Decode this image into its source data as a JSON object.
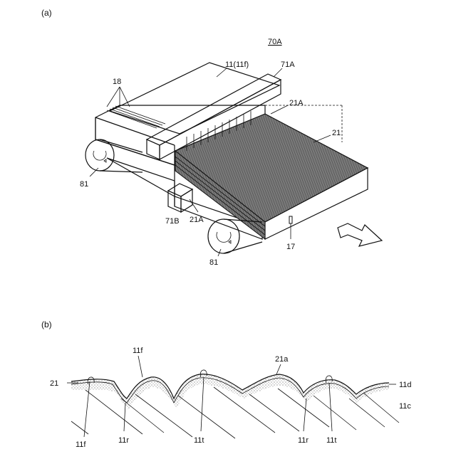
{
  "figure": {
    "panel_a": {
      "panel_label": "(a)",
      "labels": {
        "assembly": "70A",
        "film": "11(11f)",
        "upper_unit": "71A",
        "upper_section": "21A",
        "grooves": "18",
        "sheet": "21",
        "roller_left": "81",
        "lower_unit": "71B",
        "lower_section": "21A",
        "mark": "17",
        "roller_bottom": "81"
      }
    },
    "panel_b": {
      "panel_label": "(b)",
      "labels": {
        "left_layer": "21",
        "top_film": "11f",
        "top_surface": "21a",
        "right_layer": "11d",
        "right_core": "11c",
        "bottom_labels": [
          "11f",
          "11r",
          "11t",
          "11r",
          "11t"
        ]
      }
    }
  }
}
